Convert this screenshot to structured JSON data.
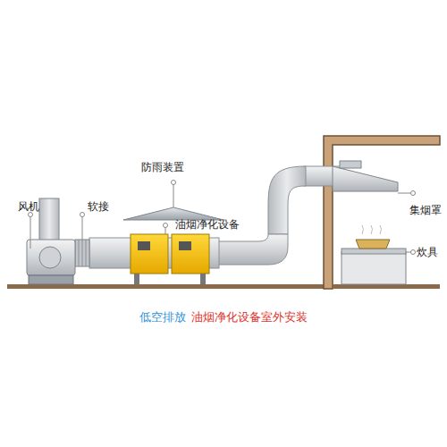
{
  "diagram": {
    "labels": [
      "风机",
      "软接",
      "防雨装置",
      "油烟净化设备",
      "集烟罩",
      "炊具",
      "低空排放",
      "油烟净化设备室外安装"
    ]
  }
}
